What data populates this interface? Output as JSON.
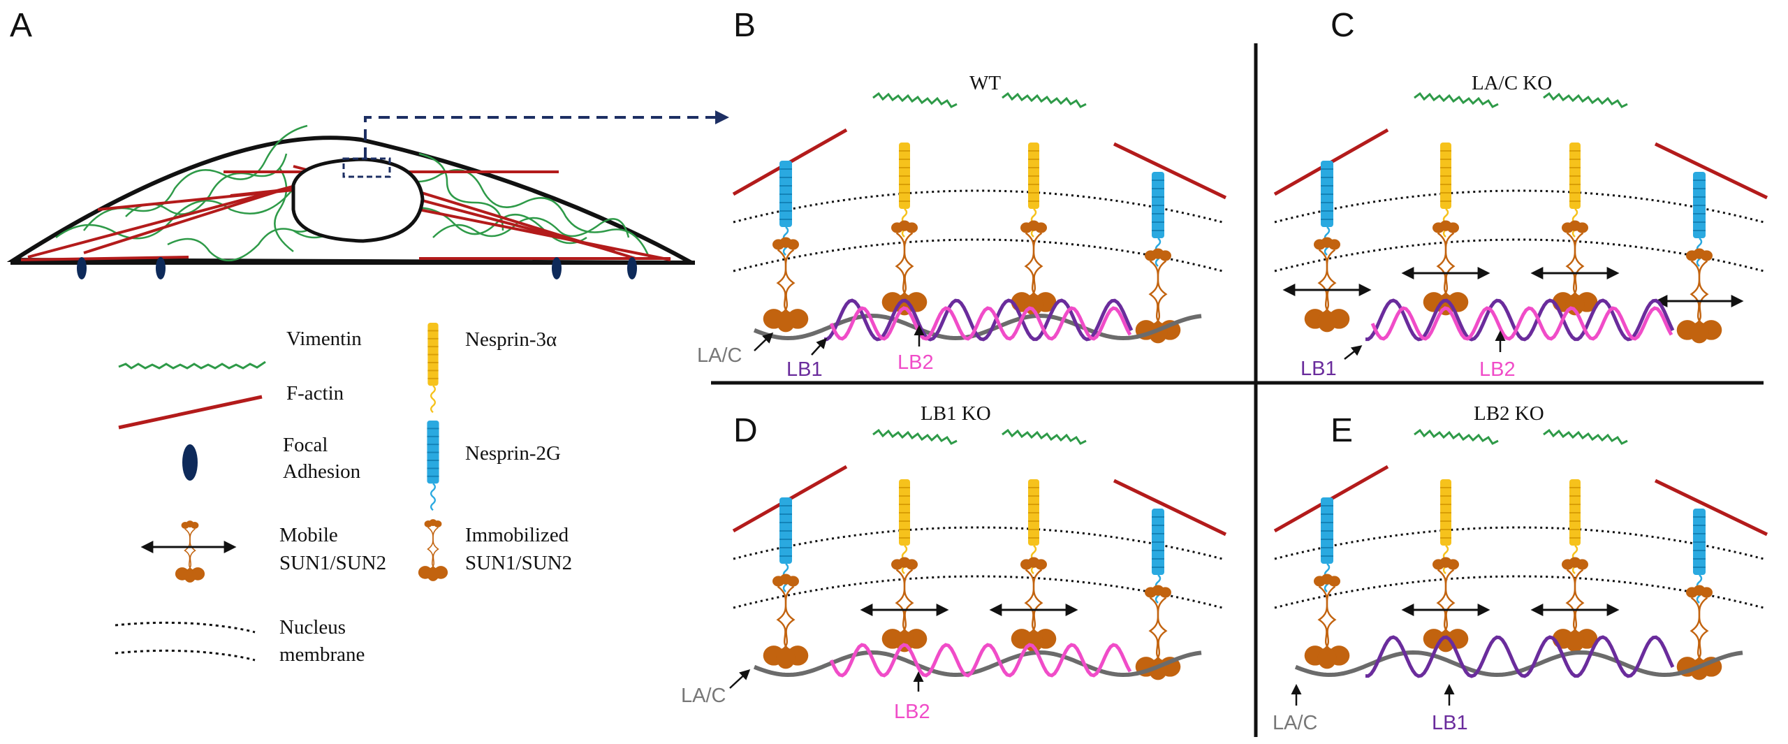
{
  "panels": {
    "A": {
      "letter": "A"
    },
    "B": {
      "letter": "B",
      "title": "WT"
    },
    "C": {
      "letter": "C",
      "title": "LA/C KO"
    },
    "D": {
      "letter": "D",
      "title": "LB1 KO"
    },
    "E": {
      "letter": "E",
      "title": "LB2 KO"
    }
  },
  "legend": {
    "vimentin": "Vimentin",
    "factin": "F-actin",
    "focal_adhesion": [
      "Focal",
      "Adhesion"
    ],
    "mobile_sun": [
      "Mobile",
      "SUN1/SUN2"
    ],
    "nucleus_membrane": [
      "Nucleus",
      "membrane"
    ],
    "nesprin3a": "Nesprin-3α",
    "nesprin2g": "Nesprin-2G",
    "immobilized_sun": [
      "Immobilized",
      "SUN1/SUN2"
    ]
  },
  "labels": {
    "lac": "LA/C",
    "lb1": "LB1",
    "lb2": "LB2"
  },
  "colors": {
    "vimentin": "#2e9a48",
    "factin": "#b31b1b",
    "focal_adhesion": "#0e2a5a",
    "sun": "#c2630f",
    "nesprin3a": "#f6c21c",
    "nesprin2g": "#2aa9e0",
    "lamin_ac": "#6b6b6b",
    "lamin_b1": "#6a2c9c",
    "lamin_b2": "#f04cc8",
    "dashed_arrow": "#1d2f63"
  }
}
